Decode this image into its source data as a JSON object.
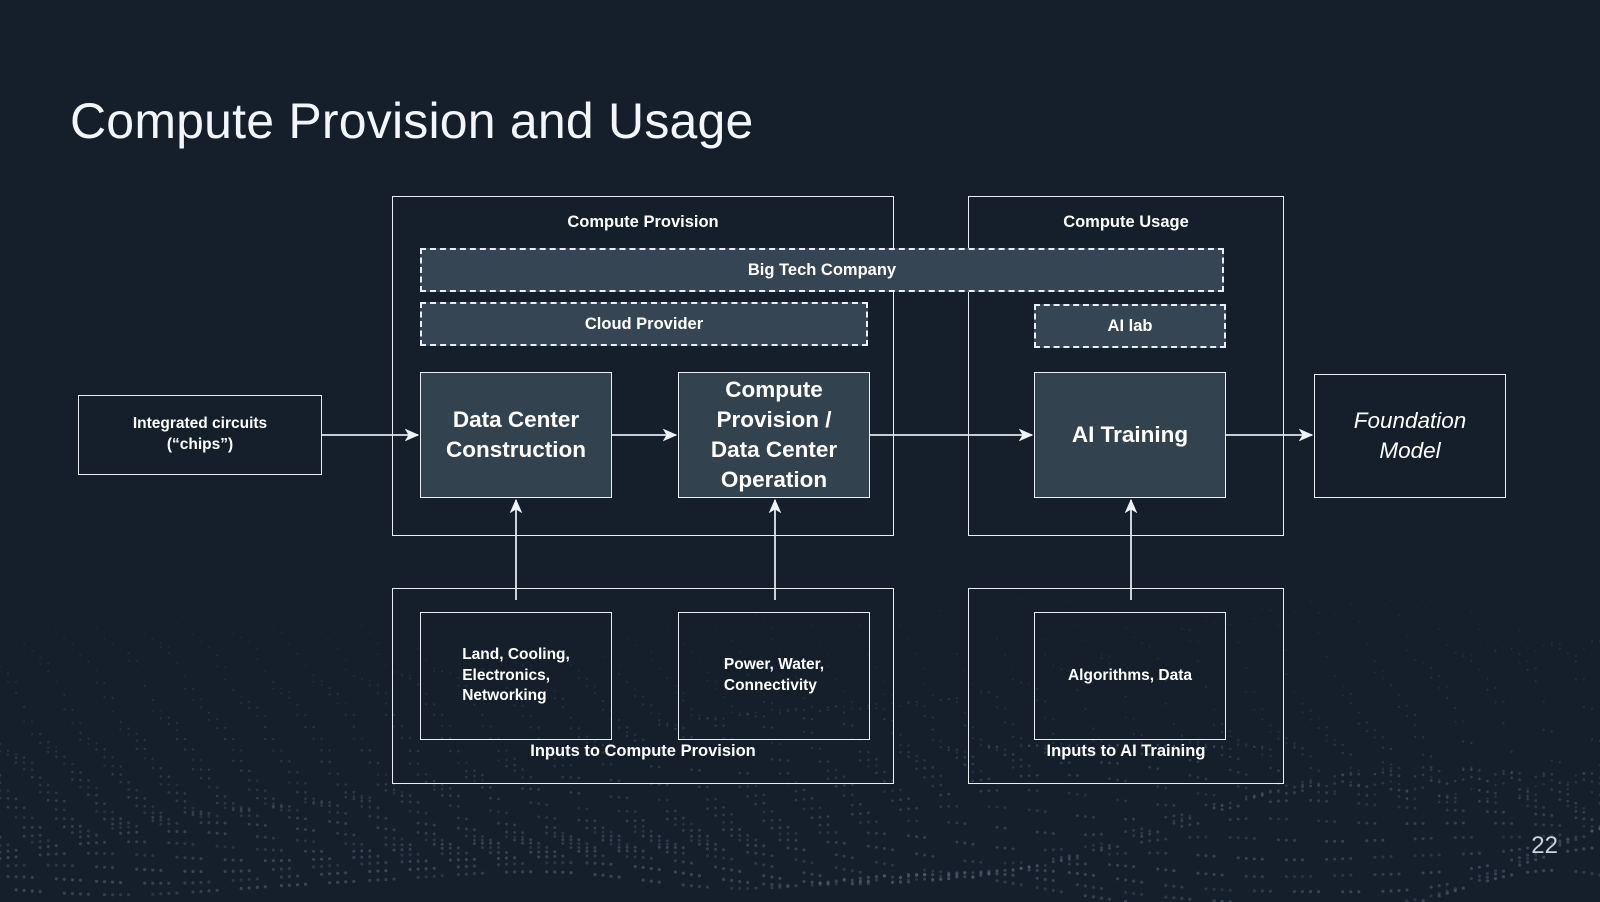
{
  "slide": {
    "title": "Compute Provision and Usage",
    "page_number": "22",
    "background_color": "#141f2b",
    "box_fill_color": "#33424f",
    "line_color": "#e8eef4",
    "text_color": "#ffffff"
  },
  "groups": {
    "compute_provision": {
      "label": "Compute Provision"
    },
    "compute_usage": {
      "label": "Compute Usage"
    },
    "inputs_to_compute_provision": {
      "label": "Inputs to Compute Provision"
    },
    "inputs_to_ai_training": {
      "label": "Inputs to AI Training"
    }
  },
  "actors": {
    "big_tech_company": {
      "label": "Big Tech Company"
    },
    "cloud_provider": {
      "label": "Cloud Provider"
    },
    "ai_lab": {
      "label": "AI lab"
    }
  },
  "nodes": {
    "chips": {
      "label": "Integrated circuits\n(“chips”)"
    },
    "data_center_construction": {
      "label": "Data Center\nConstruction"
    },
    "compute_provision_operation": {
      "label": "Compute\nProvision /\nData Center\nOperation"
    },
    "ai_training": {
      "label": "AI Training"
    },
    "foundation_model": {
      "label": "Foundation\nModel"
    },
    "land_cooling": {
      "label": "Land, Cooling,\nElectronics,\nNetworking"
    },
    "power_water": {
      "label": "Power, Water,\nConnectivity"
    },
    "algorithms_data": {
      "label": "Algorithms, Data"
    }
  },
  "flows": [
    {
      "from": "chips",
      "to": "data_center_construction"
    },
    {
      "from": "data_center_construction",
      "to": "compute_provision_operation"
    },
    {
      "from": "compute_provision_operation",
      "to": "ai_training"
    },
    {
      "from": "ai_training",
      "to": "foundation_model"
    },
    {
      "from": "land_cooling",
      "to": "data_center_construction"
    },
    {
      "from": "power_water",
      "to": "compute_provision_operation"
    },
    {
      "from": "algorithms_data",
      "to": "ai_training"
    }
  ]
}
